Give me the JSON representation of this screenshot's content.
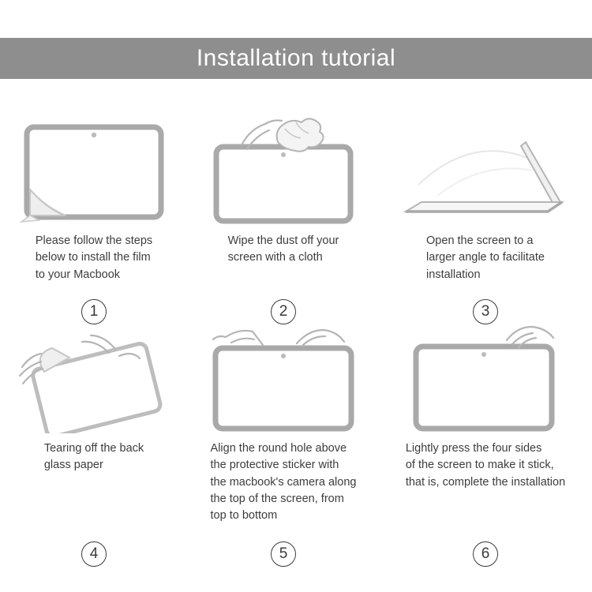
{
  "page": {
    "background": "#ffffff"
  },
  "header": {
    "title": "Installation tutorial",
    "background_color": "#8e8e8e",
    "text_color": "#ffffff"
  },
  "steps": [
    {
      "number": "1",
      "caption": "Please follow the steps\nbelow to install the film\nto your Macbook",
      "illustration": "macbook-screen-with-peeling-film"
    },
    {
      "number": "2",
      "caption": "Wipe the dust off your\nscreen with a cloth",
      "illustration": "hand-wiping-screen-with-cloth"
    },
    {
      "number": "3",
      "caption": "Open the screen to a\nlarger angle to facilitate\ninstallation",
      "illustration": "laptop-opened-to-wide-angle"
    },
    {
      "number": "4",
      "caption": "Tearing off the back\nglass paper",
      "illustration": "hands-tearing-off-back-paper"
    },
    {
      "number": "5",
      "caption": "Align the round hole above\nthe protective sticker with\nthe macbook's camera along\nthe top of the screen, from\ntop to bottom",
      "illustration": "hands-aligning-film-with-camera"
    },
    {
      "number": "6",
      "caption": "Lightly press the four sides\nof the screen to make it stick,\nthat is, complete the installation",
      "illustration": "hand-pressing-screen-sides"
    }
  ],
  "colors": {
    "header_gray": "#8e8e8e",
    "frame_gray": "#a9a9a9",
    "sketch_gray": "#b5b5b5",
    "text": "#3d3d3d"
  }
}
